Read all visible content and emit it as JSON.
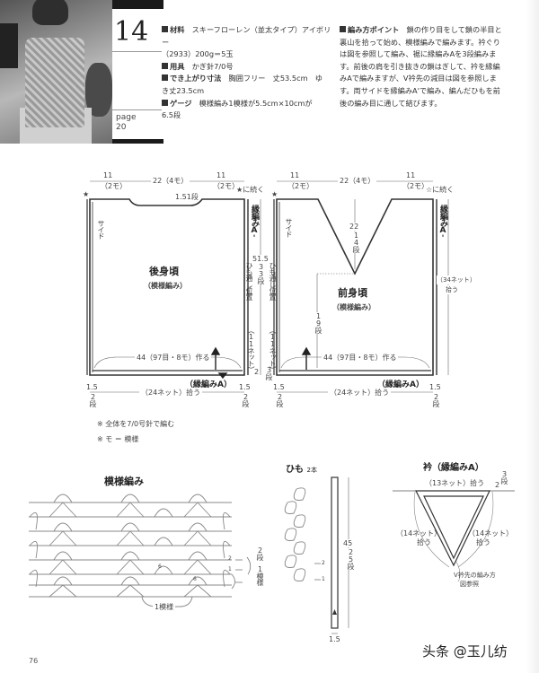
{
  "header": {
    "pattern_number": "14",
    "page_label": "page",
    "page_ref": "20",
    "photo": "model-wearing-crochet-vest-photo"
  },
  "materials": {
    "lines": [
      {
        "key": "材料",
        "text": "スキーフローレン（並太タイプ）アイボリー"
      },
      {
        "key": "",
        "text": "（2933）200g＝5玉"
      },
      {
        "key": "用具",
        "text": "かぎ針7/0号"
      },
      {
        "key": "でき上がり寸法",
        "text": "胸囲フリー　丈53.5cm　ゆ"
      },
      {
        "key": "",
        "text": "き丈23.5cm"
      },
      {
        "key": "ゲージ",
        "text": "模様編み1模様が5.5cm×10cmが"
      },
      {
        "key": "",
        "text": "6.5段"
      }
    ]
  },
  "instructions": {
    "title": "編み方ポイント",
    "lines": [
      "鎖の作り目をして鎖の半目と",
      "裏山を拾って始め、模様編みで編みます。衿ぐり",
      "は図を参照して編み、裾に縁編みAを3段編みま",
      "す。前後の肩を引き抜きの鎖はぎして、衿を縁編",
      "みAで編みますが、V衿先の減目は図を参照しま",
      "す。両サイドを縁編みA'で編み、編んだひもを前",
      "後の編み目に通して結びます。"
    ]
  },
  "back_panel": {
    "title": "後身頃",
    "subtitle": "（模様編み）",
    "top_dims": [
      "11",
      "（2モ）",
      "22（4モ）",
      "11",
      "（2モ）"
    ],
    "neck_depth": "1.5",
    "neck_rows": "1段",
    "side_label": "サイド",
    "continue_label": "★に続く",
    "star": "★",
    "edge_label": "縁編みA'",
    "cast_on": "44（97目・8モ）作る",
    "hem_label": "（縁編みA）",
    "hem_pickup": "（24ネット）拾う",
    "hem_left": "1.5",
    "hem_left_rows": "2段",
    "hem_right": "1.5",
    "hem_right_rows": "2段"
  },
  "middle_dims": {
    "height": "51.5",
    "rows": "33段",
    "tie_left": "ひも通し位置",
    "tie_right": "ひも通し位置",
    "net_left": "（11ネット）",
    "net_right": "（11ネット）",
    "bottom_2": "2",
    "bottom_3": "3段"
  },
  "front_panel": {
    "title": "前身頃",
    "subtitle": "（模様編み）",
    "top_dims": [
      "11",
      "（2モ）",
      "22（4モ）",
      "11",
      "（2モ）"
    ],
    "v_depth": "22",
    "v_rows": "14段",
    "lower_rows": "19段",
    "side_label": "サイド",
    "continue_label": "☆に続く",
    "star": "★",
    "edge_label": "縁編みA'",
    "side_pickup": "（34ネット）",
    "side_pickup2": "拾う",
    "cast_on": "44（97目・8モ）作る",
    "hem_label": "（縁編みA）",
    "hem_pickup": "（24ネット）拾う",
    "hem_left": "1.5",
    "hem_left_rows": "2段",
    "hem_right": "1.5",
    "hem_right_rows": "2段"
  },
  "notes": [
    "※ 全体を7/0号針で編む",
    "※ モ ＝ 模様"
  ],
  "stitch_chart": {
    "title": "模様編み",
    "repeat_label": "1模様",
    "row_marks": [
      "2",
      "1"
    ],
    "side_note_1": "2段",
    "side_note_2": "1模様",
    "numbers": [
      "6",
      "6"
    ]
  },
  "cord": {
    "title": "ひも",
    "count": "2本",
    "length": "45",
    "rows": "25段",
    "width": "1.5",
    "row_marks": [
      "2",
      "1"
    ]
  },
  "collar": {
    "title": "衿（縁編みA）",
    "top_pickup": "（13ネット）拾う",
    "rows_2": "2",
    "rows_3": "3段",
    "left_pickup": "（14ネット）",
    "left_pickup2": "拾う",
    "right_pickup": "（14ネット）",
    "right_pickup2": "拾う",
    "v_note": "V衿先の編み方",
    "v_note2": "図参照"
  },
  "footer": {
    "page_number": "76",
    "watermark": "头条 @玉儿纺"
  }
}
